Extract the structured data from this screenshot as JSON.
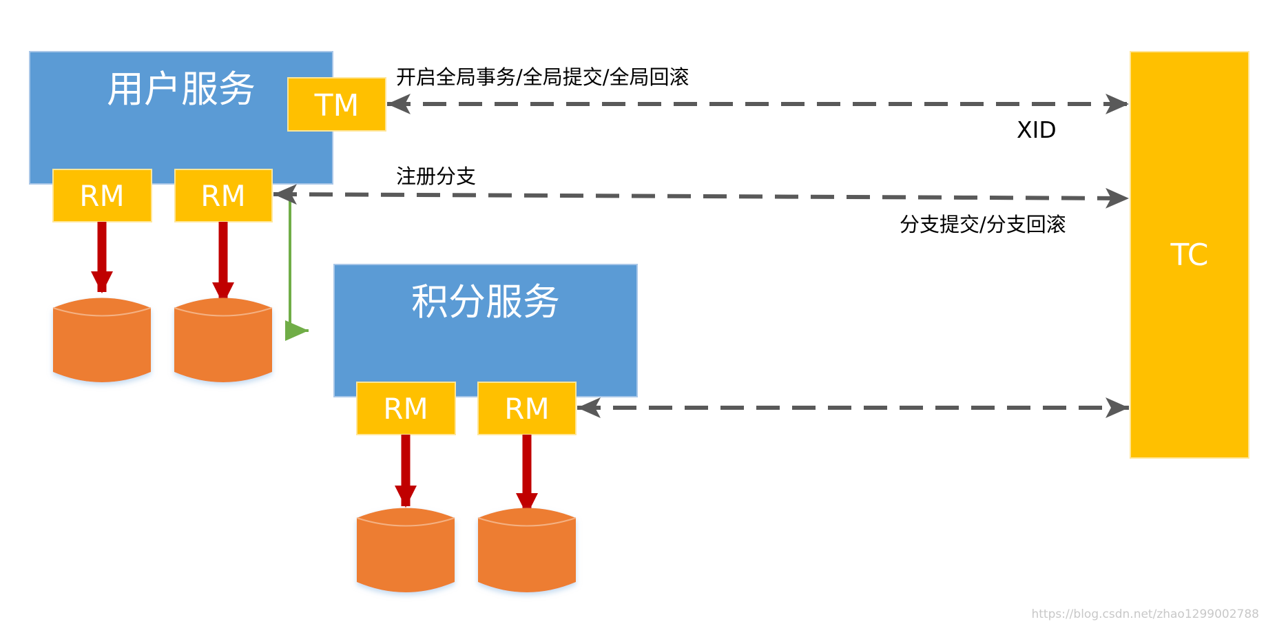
{
  "user_service": {
    "title": "用户服务"
  },
  "points_service": {
    "title": "积分服务"
  },
  "tm": {
    "label": "TM"
  },
  "tc": {
    "label": "TC"
  },
  "rm": {
    "label": "RM"
  },
  "edges": {
    "global_tx_label": "开启全局事务/全局提交/全局回滚",
    "xid_label": "XID",
    "register_branch_label": "注册分支",
    "branch_commit_rollback_label": "分支提交/分支回滚"
  },
  "watermark": "https://blog.csdn.net/zhao1299002788",
  "colors": {
    "service_blue": "#5b9bd5",
    "box_yellow": "#ffc000",
    "db_orange": "#ed7d31",
    "arrow_red": "#c00000",
    "arrow_green": "#70ad47",
    "dashed_gray": "#595959"
  }
}
